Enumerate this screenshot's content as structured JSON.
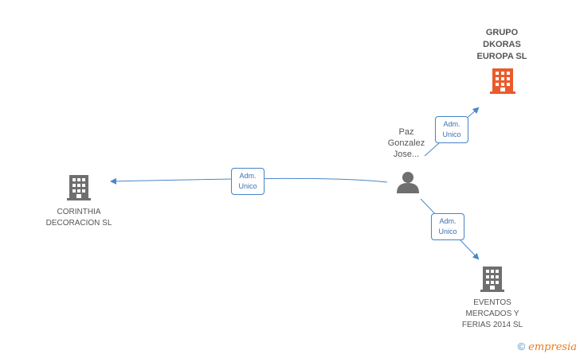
{
  "company_top": {
    "label": "GRUPO\nDKORAS\nEUROPA SL",
    "icon": "building-icon",
    "color": "#ea5b2b"
  },
  "company_left": {
    "label": "CORINTHIA\nDECORACION SL",
    "icon": "building-icon",
    "color": "#6f6f6f"
  },
  "company_bottom": {
    "label": "EVENTOS\nMERCADOS Y\nFERIAS 2014  SL",
    "icon": "building-icon",
    "color": "#6f6f6f"
  },
  "person": {
    "label": "Paz\nGonzalez\nJose...",
    "icon": "person-icon",
    "color": "#6f6f6f"
  },
  "relations": {
    "top": {
      "line1": "Adm.",
      "line2": "Unico"
    },
    "left": {
      "line1": "Adm.",
      "line2": "Unico"
    },
    "bottom": {
      "line1": "Adm.",
      "line2": "Unico"
    }
  },
  "edge_color": "#4a86c8",
  "brand": {
    "symbol": "©",
    "name": "mpresia",
    "initial": "e"
  }
}
